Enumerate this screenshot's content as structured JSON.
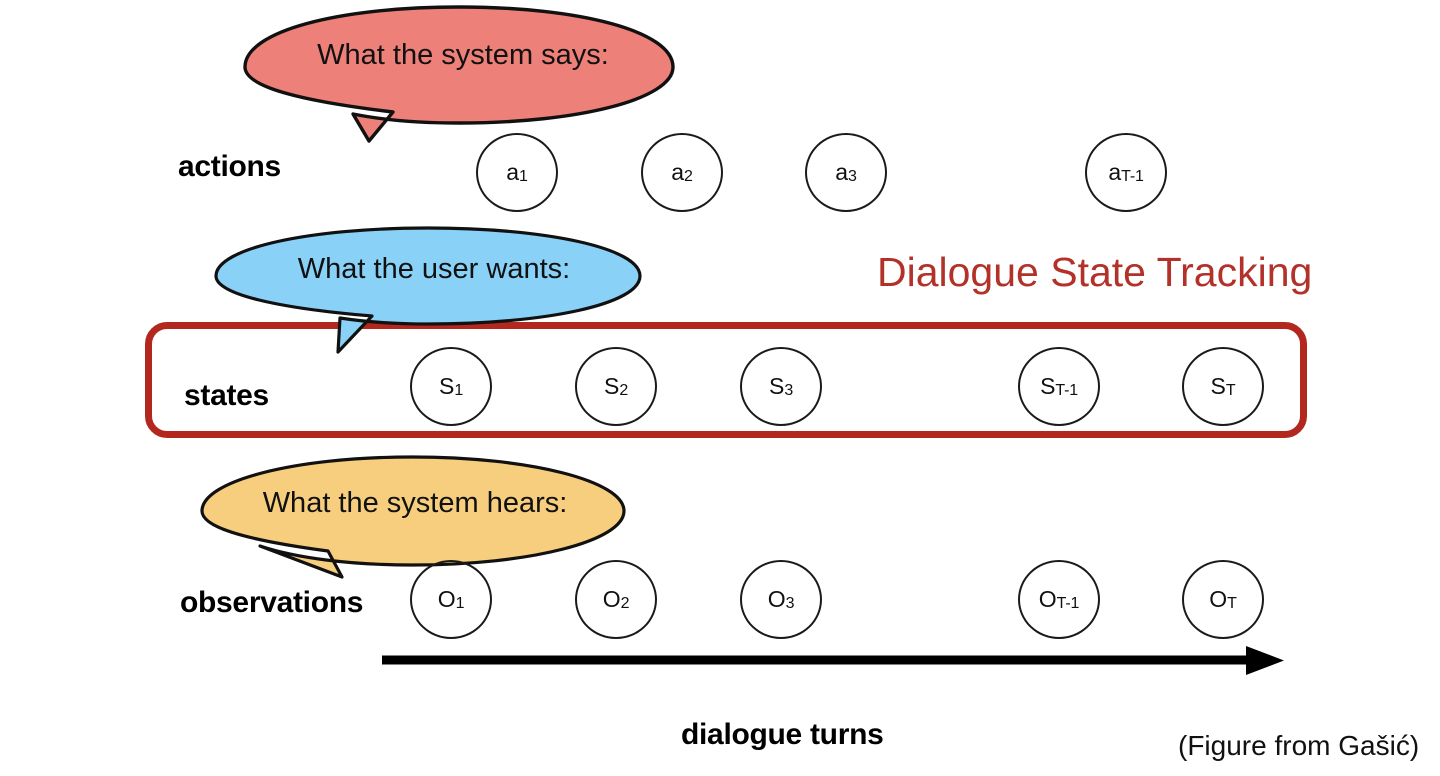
{
  "figure": {
    "title": "Dialogue State Tracking",
    "title_color": "#B2322A",
    "credit": "(Figure from Gašić)",
    "axis_caption": "dialogue turns",
    "highlight_color": "#B2281F"
  },
  "rows": [
    {
      "id": "actions",
      "label": "actions",
      "nodes": [
        {
          "symbol": "a",
          "subscript": "1"
        },
        {
          "symbol": "a",
          "subscript": "2"
        },
        {
          "symbol": "a",
          "subscript": "3"
        },
        {
          "symbol": "a",
          "subscript": "T-1"
        }
      ]
    },
    {
      "id": "states",
      "label": "states",
      "nodes": [
        {
          "symbol": "S",
          "subscript": "1"
        },
        {
          "symbol": "S",
          "subscript": "2"
        },
        {
          "symbol": "S",
          "subscript": "3"
        },
        {
          "symbol": "S",
          "subscript": "T-1"
        },
        {
          "symbol": "S",
          "subscript": "T"
        }
      ]
    },
    {
      "id": "observations",
      "label": "observations",
      "nodes": [
        {
          "symbol": "O",
          "subscript": "1"
        },
        {
          "symbol": "O",
          "subscript": "2"
        },
        {
          "symbol": "O",
          "subscript": "3"
        },
        {
          "symbol": "O",
          "subscript": "T-1"
        },
        {
          "symbol": "O",
          "subscript": "T"
        }
      ]
    }
  ],
  "bubbles": [
    {
      "id": "system-says",
      "text": "What the system says:",
      "fill": "#ED8079"
    },
    {
      "id": "user-wants",
      "text": "What the user wants:",
      "fill": "#8AD1F7"
    },
    {
      "id": "system-hears",
      "text": "What the system hears:",
      "fill": "#F6CE7D"
    }
  ]
}
